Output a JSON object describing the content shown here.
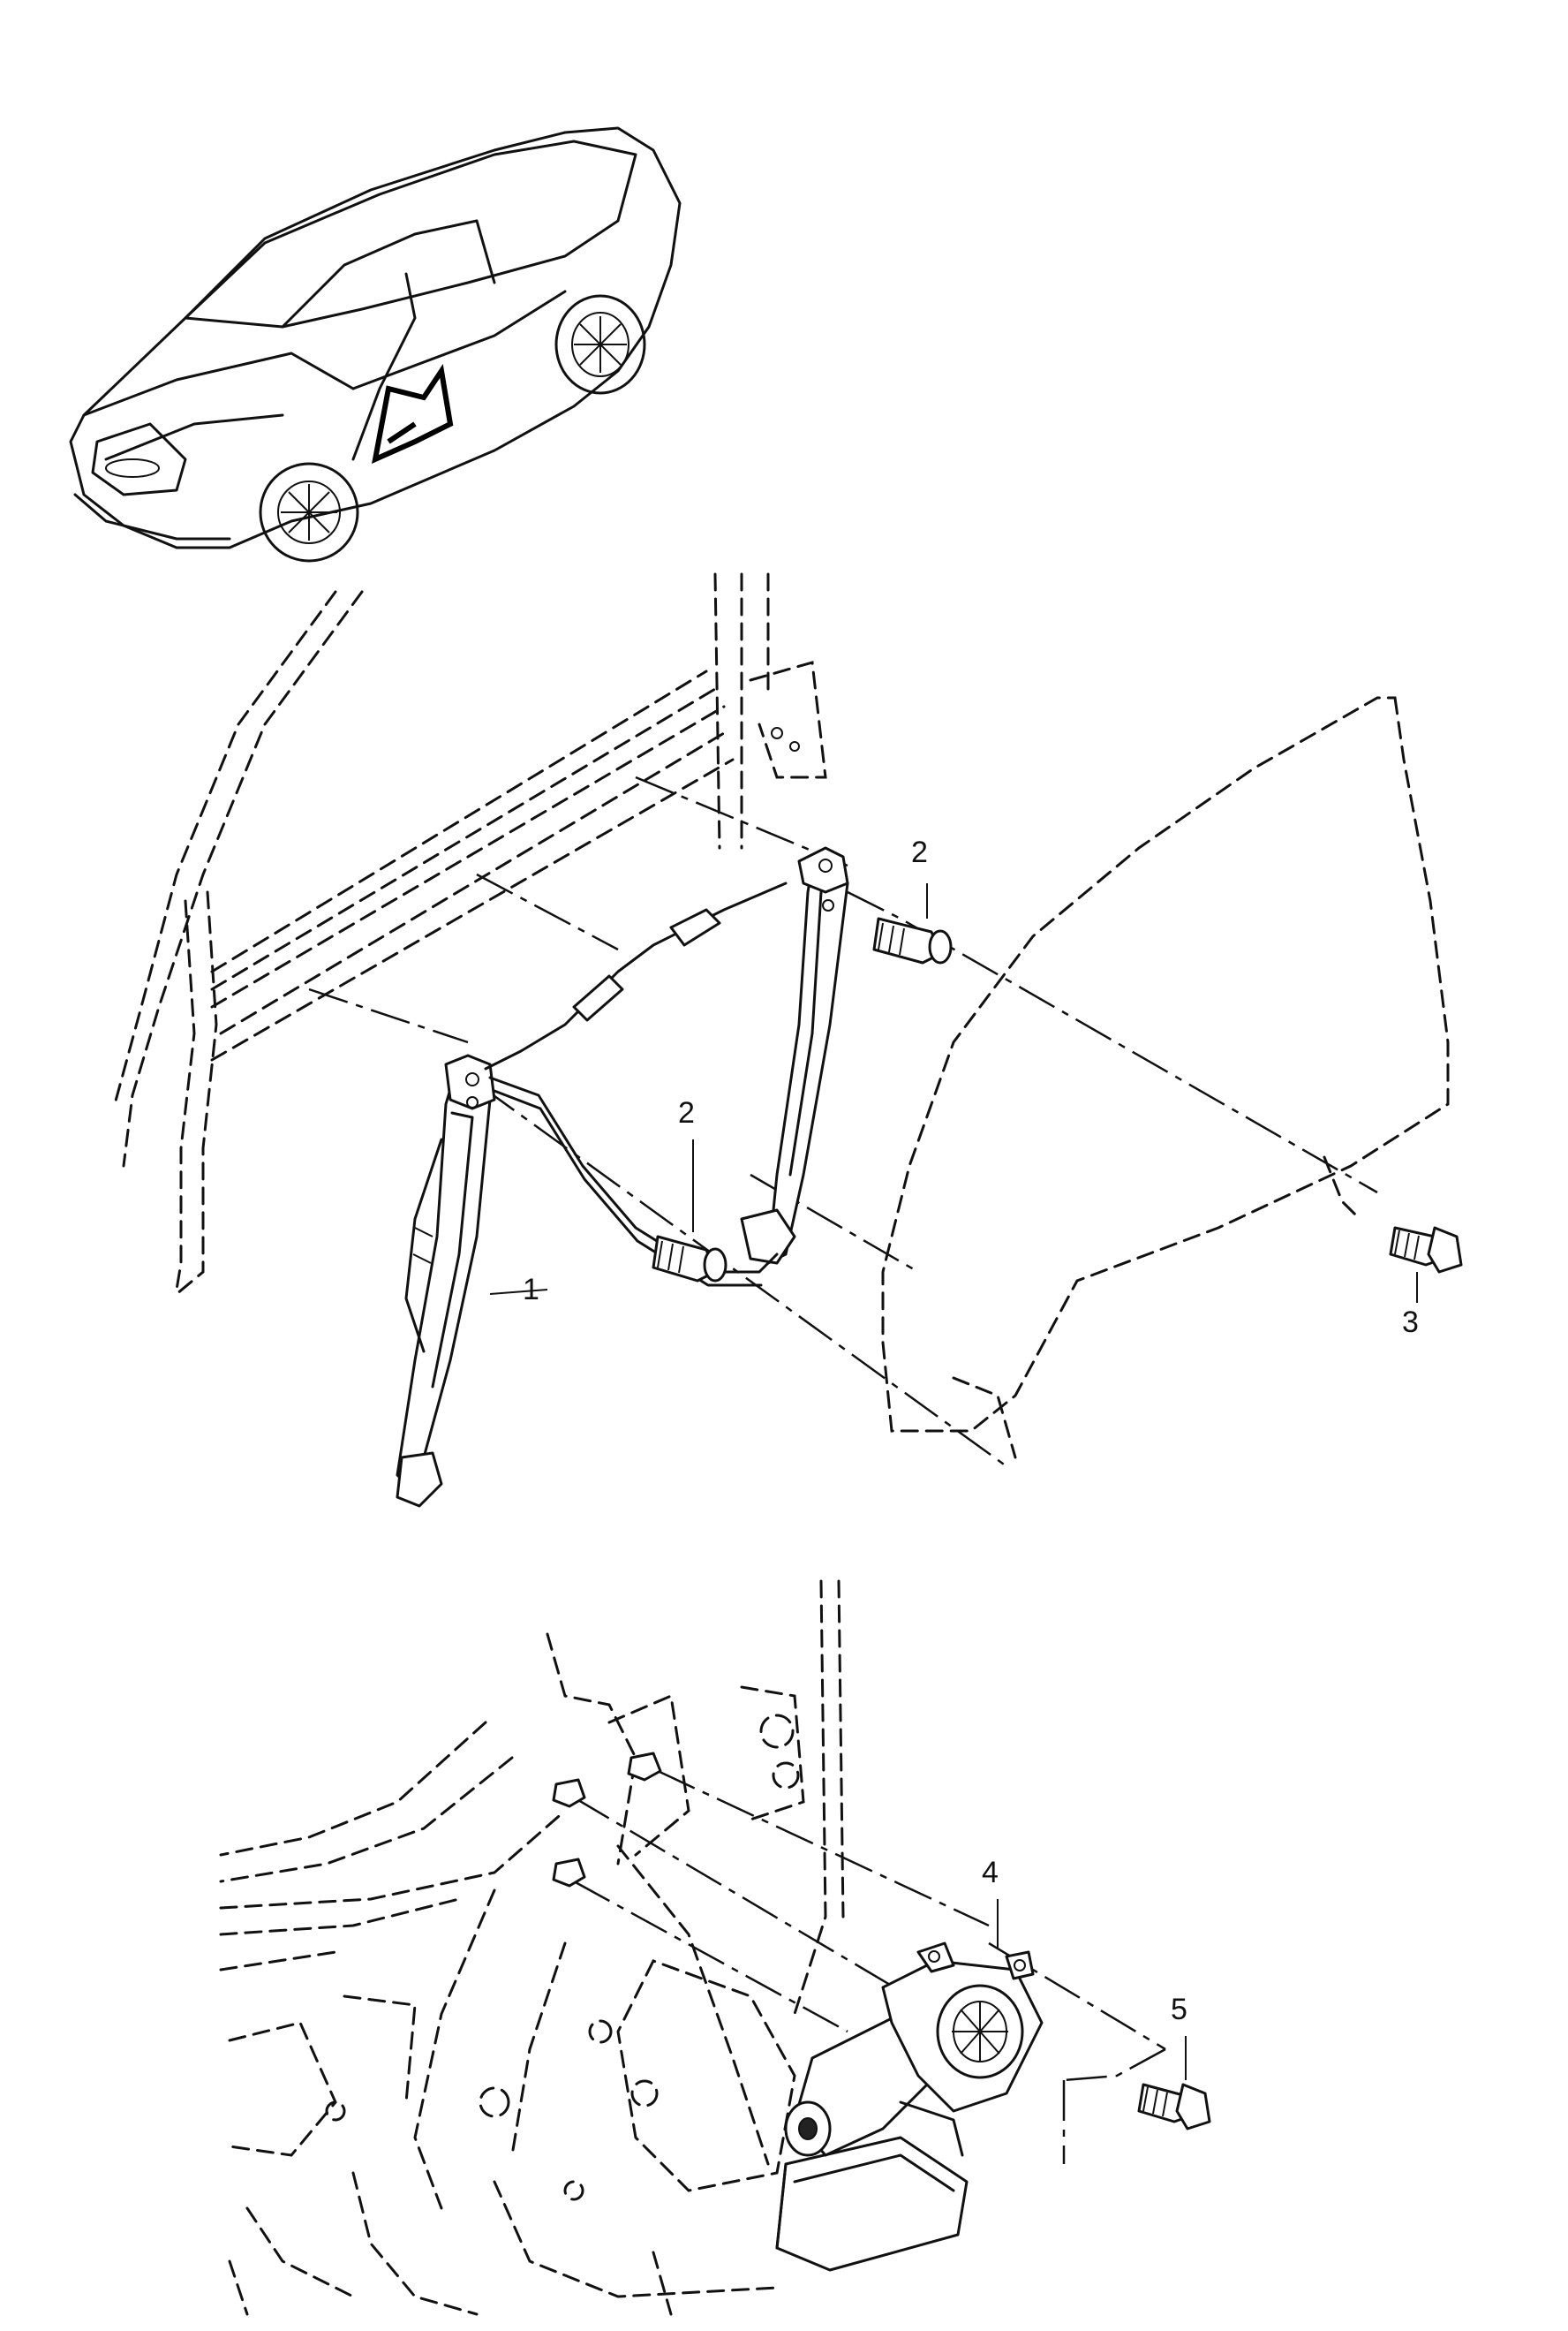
{
  "callouts": [
    {
      "id": "1",
      "label": "1"
    },
    {
      "id": "2a",
      "label": "2"
    },
    {
      "id": "2b",
      "label": "2"
    },
    {
      "id": "3",
      "label": "3"
    },
    {
      "id": "4",
      "label": "4"
    },
    {
      "id": "5",
      "label": "5"
    }
  ],
  "icons": {
    "car": "car-overview-icon",
    "regulator": "window-regulator-icon",
    "glass": "door-window-glass-icon",
    "motor": "window-motor-icon"
  },
  "colors": {
    "line": "#111111",
    "background": "#ffffff"
  }
}
